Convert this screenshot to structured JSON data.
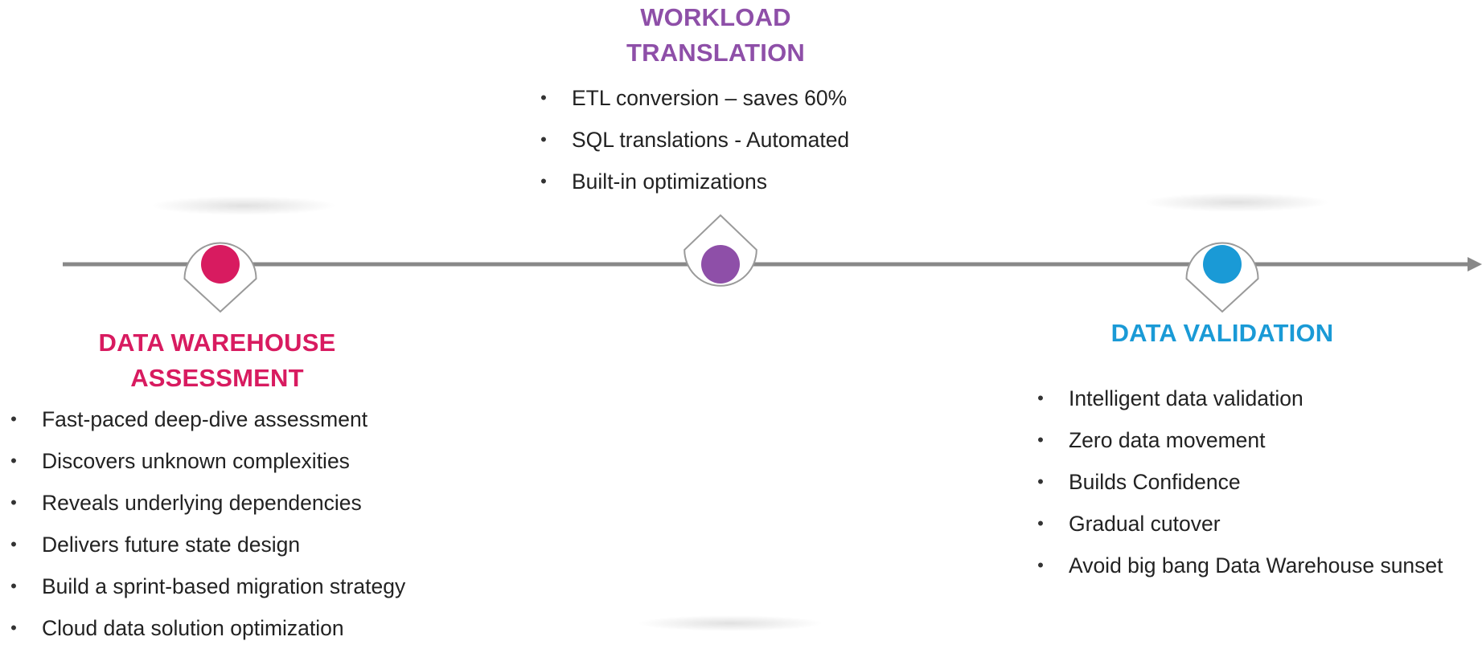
{
  "colors": {
    "line": "#888888",
    "assessment": "#d81b60",
    "translation": "#8e4fa8",
    "validation": "#1a9ad6",
    "text": "#222222"
  },
  "stages": [
    {
      "id": "assessment",
      "title_lines": [
        "DATA WAREHOUSE",
        "ASSESSMENT"
      ],
      "bullets": [
        "Fast-paced deep-dive assessment",
        "Discovers unknown complexities",
        "Reveals underlying dependencies",
        "Delivers future state design",
        "Build a sprint-based migration strategy",
        "Cloud data solution optimization"
      ]
    },
    {
      "id": "translation",
      "title_lines": [
        "WORKLOAD",
        "TRANSLATION"
      ],
      "bullets": [
        "ETL conversion – saves 60%",
        "SQL translations - Automated",
        "Built-in optimizations"
      ]
    },
    {
      "id": "validation",
      "title_lines": [
        "DATA VALIDATION"
      ],
      "bullets": [
        "Intelligent data validation",
        "Zero data movement",
        "Builds Confidence",
        "Gradual cutover",
        "Avoid big bang Data Warehouse sunset"
      ]
    }
  ]
}
